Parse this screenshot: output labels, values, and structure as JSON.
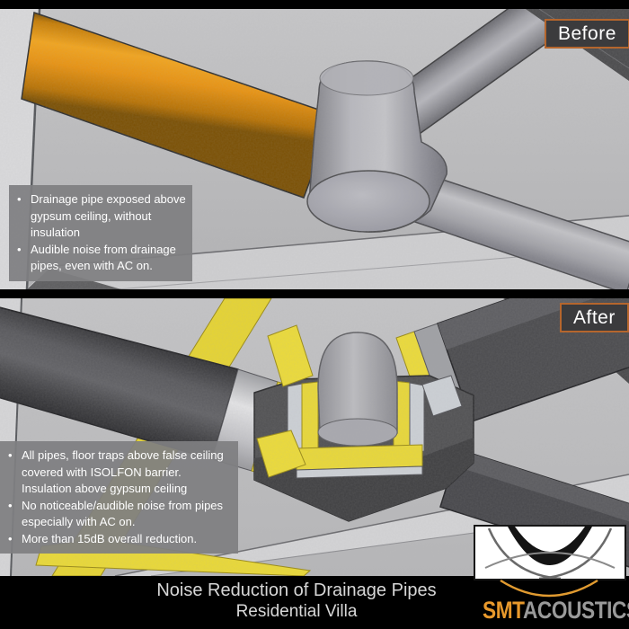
{
  "before": {
    "label": "Before",
    "bullets": [
      "Drainage pipe exposed above gypsum ceiling, without insulation",
      "Audible noise from drainage pipes, even with AC on."
    ]
  },
  "after": {
    "label": "After",
    "bullets": [
      "All pipes, floor traps above false ceiling covered with ISOLFON barrier. Insulation above gypsum ceiling",
      "No noticeable/audible noise from pipes especially with AC on.",
      "More than 15dB overall reduction."
    ]
  },
  "footer": {
    "title_line1": "Noise Reduction of Drainage Pipes",
    "title_line2": "Residential Villa"
  },
  "logo": {
    "brand_primary": "SMT",
    "brand_secondary": "ACOUSTICS"
  },
  "colors": {
    "label_border_orange": "#b5662d",
    "pipe_orange": "#e8940f",
    "insulation_yellow": "#e8d735",
    "barrier_dark_gray": "#4a4a4d",
    "brand_orange": "#e8992c",
    "brand_gray": "#9a9a9a"
  }
}
